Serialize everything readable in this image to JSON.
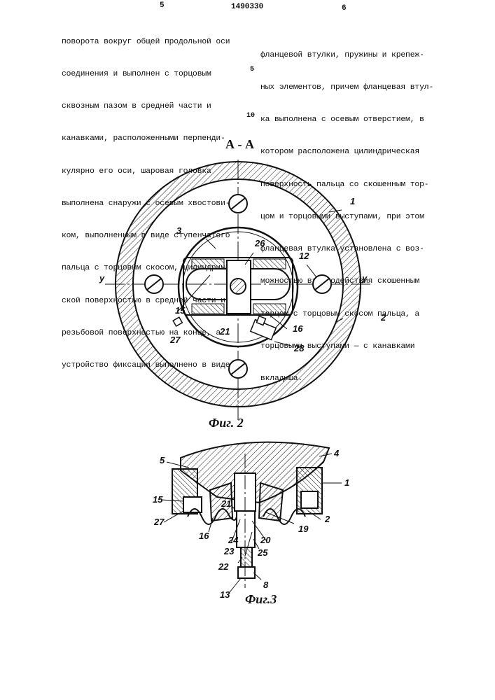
{
  "header": {
    "left_col_no": "5",
    "patent_no": "1490330",
    "right_col_no": "6"
  },
  "left_column": [
    "поворота вокруг общей продольной оси",
    "соединения и выполнен с торцовым",
    "сквозным пазом в средней части и",
    "канавками, расположенными перпенди-",
    "кулярно его оси, шаровая головка",
    "выполнена снаружи с осевым хвостови-",
    "ком, выполненным в виде ступенчатого",
    "пальца с торцовым скосом, цилиндриче-",
    "ской поверхностью в средней части и",
    "резьбовой поверхностью на конце, а",
    "устройство фиксации выполнено в виде"
  ],
  "right_column": [
    "фланцевой втулки, пружины и крепеж-",
    "ных элементов, причем фланцевая втул-",
    "ка выполнена с осевым отверстием, в",
    "котором расположена цилиндрическая",
    "поверхность пальца со скошенным тор-",
    "цом и торцовыми выступами, при этом",
    "фланцевая втулка установлена с воз-",
    "можностью взаимодействия скошенным",
    "торцом с торцовым скосом пальца, а",
    "торцовыми выступами — с канавками",
    "вкладыша."
  ],
  "line_markers": [
    "5",
    "10"
  ],
  "figure2": {
    "section_title": "А - А",
    "caption": "Фиг. 2",
    "axis_label_left": "у",
    "axis_label_right": "у",
    "labels": [
      "1",
      "2",
      "3",
      "12",
      "15",
      "16",
      "21",
      "26",
      "27",
      "28"
    ]
  },
  "figure3": {
    "caption": "Фиг.3",
    "labels": [
      "1",
      "2",
      "4",
      "5",
      "8",
      "13",
      "15",
      "16",
      "19",
      "20",
      "21",
      "22",
      "23",
      "24",
      "25",
      "27"
    ]
  }
}
